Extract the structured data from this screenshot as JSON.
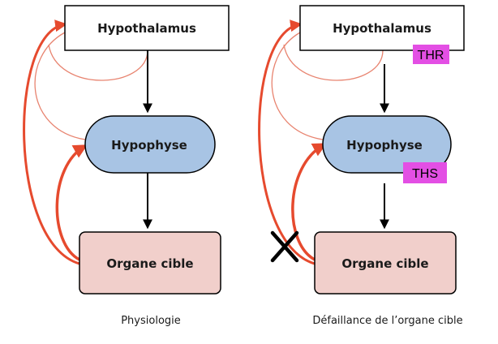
{
  "panels": [
    {
      "caption": "Physiologie",
      "top_box": "Hypothalamus",
      "middle_box": "Hypophyse",
      "bottom_box": "Organe cible"
    },
    {
      "caption": "Défaillance de l’organe cible",
      "top_box": "Hypothalamus",
      "middle_box": "Hypophyse",
      "bottom_box": "Organe cible",
      "top_tag": "THR",
      "middle_tag": "THS"
    }
  ],
  "colors": {
    "hypothalamus_fill": "#ffffff",
    "hypophyse_fill": "#a8c4e4",
    "organe_fill": "#f1cfcb",
    "feedback_arrow": "#e64a2e",
    "hormone_tag": "#e34fe4",
    "main_arrow": "#000000"
  }
}
